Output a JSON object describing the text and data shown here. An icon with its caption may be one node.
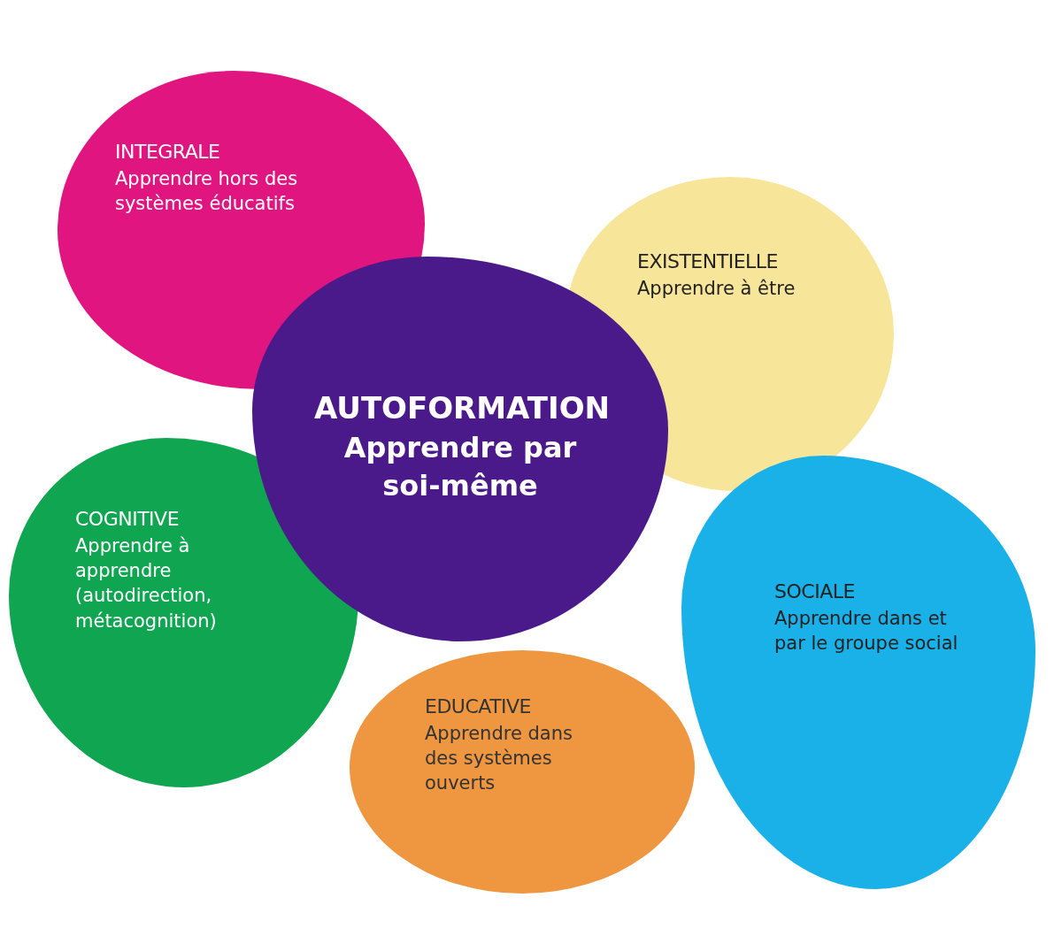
{
  "diagram": {
    "nodes": [
      {
        "text": [
          "INTEGRALE",
          "Apprendre hors des systèmes éducatifs"
        ]
      },
      {
        "text": [
          "EXISTENTIELLE",
          "Apprendre à être"
        ]
      },
      {
        "text": [
          "AUTOFORMATION",
          "Apprendre par soi-même"
        ]
      },
      {
        "text": [
          "COGNITIVE",
          "Apprendre à apprendre (autodirection, métacognition)"
        ]
      },
      {
        "text": [
          "SOCIALE",
          "Apprendre dans et par le groupe social"
        ]
      },
      {
        "text": [
          "EDUCATIVE",
          "Apprendre dans des systèmes ouverts"
        ]
      }
    ]
  }
}
